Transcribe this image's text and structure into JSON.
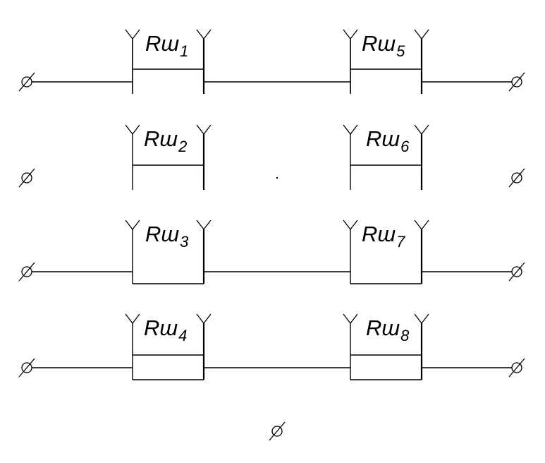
{
  "diagram": {
    "terminal_symbol": "⌀",
    "rows": [
      {
        "row": 1,
        "left": {
          "prefix": "Rш",
          "sub": "1",
          "style": "split"
        },
        "right": {
          "prefix": "Rш",
          "sub": "5",
          "style": "split"
        },
        "wired": true,
        "terminals": {
          "left": true,
          "right": true
        }
      },
      {
        "row": 2,
        "left": {
          "prefix": "Rш",
          "sub": "2",
          "style": "split-open"
        },
        "right": {
          "prefix": "Rш",
          "sub": "6",
          "style": "split-open"
        },
        "wired": false,
        "terminals": {
          "left": true,
          "right": true
        }
      },
      {
        "row": 3,
        "left": {
          "prefix": "Rш",
          "sub": "3",
          "style": "box"
        },
        "right": {
          "prefix": "Rш",
          "sub": "7",
          "style": "box"
        },
        "wired": true,
        "terminals": {
          "left": true,
          "right": true
        }
      },
      {
        "row": 4,
        "left": {
          "prefix": "Rш",
          "sub": "4",
          "style": "double"
        },
        "right": {
          "prefix": "Rш",
          "sub": "8",
          "style": "double"
        },
        "wired": true,
        "terminals": {
          "left": true,
          "right": true
        }
      }
    ],
    "bottom_terminal": true
  }
}
